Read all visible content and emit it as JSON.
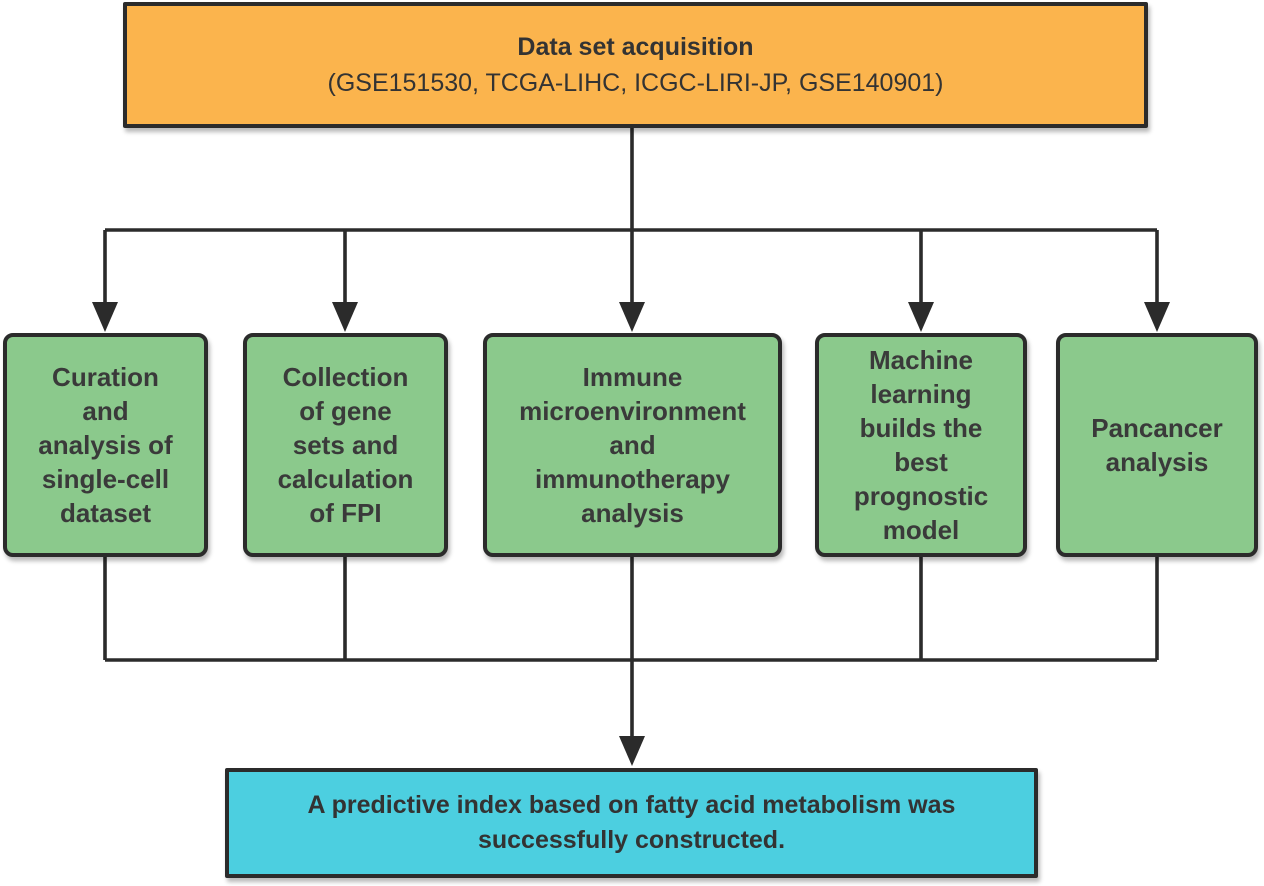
{
  "flowchart": {
    "source_box": {
      "title": "Data set acquisition",
      "subtitle": "(GSE151530, TCGA-LIHC, ICGC-LIRI-JP, GSE140901)"
    },
    "branch_boxes": [
      {
        "label": "Curation and analysis of single-cell dataset",
        "lines": [
          "Curation",
          "and",
          "analysis of",
          "single-cell",
          "dataset"
        ]
      },
      {
        "label": "Collection of gene sets and calculation of FPI",
        "lines": [
          "Collection",
          "of gene",
          "sets and",
          "calculation",
          "of FPI"
        ]
      },
      {
        "label": "Immune microenvironment and immunotherapy analysis",
        "lines": [
          "Immune",
          "microenvironment",
          "and",
          "immunotherapy",
          "analysis"
        ]
      },
      {
        "label": "Machine learning builds the best prognostic model",
        "lines": [
          "Machine",
          "learning",
          "builds the",
          "best",
          "prognostic",
          "model"
        ]
      },
      {
        "label": "Pancancer analysis",
        "lines": [
          "Pancancer",
          "analysis"
        ]
      }
    ],
    "result_box": {
      "label": "A predictive index based on fatty acid metabolism was successfully constructed.",
      "lines": [
        "A predictive index based on fatty acid metabolism was",
        "successfully constructed."
      ]
    },
    "colors": {
      "source_fill": "#FBB44D",
      "branch_fill": "#8BC98C",
      "result_fill": "#4CCFE0",
      "stroke": "#2B2B2B",
      "text": "#3A3A3A"
    }
  }
}
